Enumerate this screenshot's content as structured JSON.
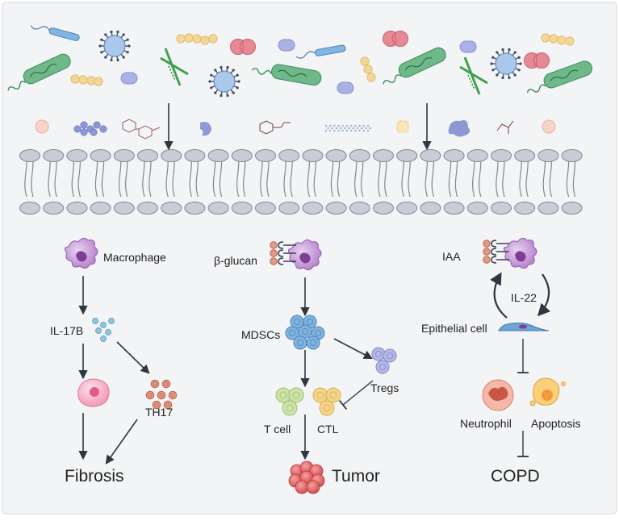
{
  "colors": {
    "background": "#f3f4f6",
    "membrane_head": "#c9ced6",
    "membrane_stroke": "#7f8794",
    "arrow": "#2f3640",
    "bacteria_green": "#6fb889",
    "virus_blue": "#a9c8ea",
    "yeast_yellow": "#f4d796",
    "spore_pink": "#e58a94",
    "capsule_lavender": "#aab1e4",
    "macrophage_purple": "#c79ad8",
    "cytokine_blue": "#8ec3e0",
    "th17_salmon": "#e39a86",
    "mdsc_blue": "#7fb3e0",
    "tcell_green": "#cde3a8",
    "ctl_yellow": "#f4d58a",
    "treg_lavender": "#b5b8e6",
    "tumor_red": "#e46a6a",
    "apoptosis_orange": "#f29a3d"
  },
  "left_pathway": {
    "cell": "Macrophage",
    "cytokine": "IL-17B",
    "effector": "TH17",
    "outcome": "Fibrosis"
  },
  "middle_pathway": {
    "ligand": "β-glucan",
    "suppressor": "MDSCs",
    "regulatory": "Tregs",
    "t_cell": "T cell",
    "cytotoxic": "CTL",
    "outcome": "Tumor"
  },
  "right_pathway": {
    "metabolite": "IAA",
    "cytokine": "IL-22",
    "epithelium": "Epithelial cell",
    "neutrophil": "Neutrophil",
    "apoptosis": "Apoptosis",
    "outcome": "COPD"
  },
  "icons": {
    "microbes": [
      "bacterium-icon",
      "virus-icon",
      "yeast-chain-icon",
      "spore-icon",
      "capsule-icon",
      "flagellated-bacterium-icon",
      "fungus-hyphae-icon"
    ],
    "metabolites": [
      "sphere-icon",
      "peptide-chain-icon",
      "carbohydrate-structure-icon",
      "fungal-protein-icon",
      "phenylalanine-structure-icon",
      "polysaccharide-icon",
      "crystal-icon",
      "protein-blob-icon",
      "amino-acid-structure-icon"
    ]
  }
}
